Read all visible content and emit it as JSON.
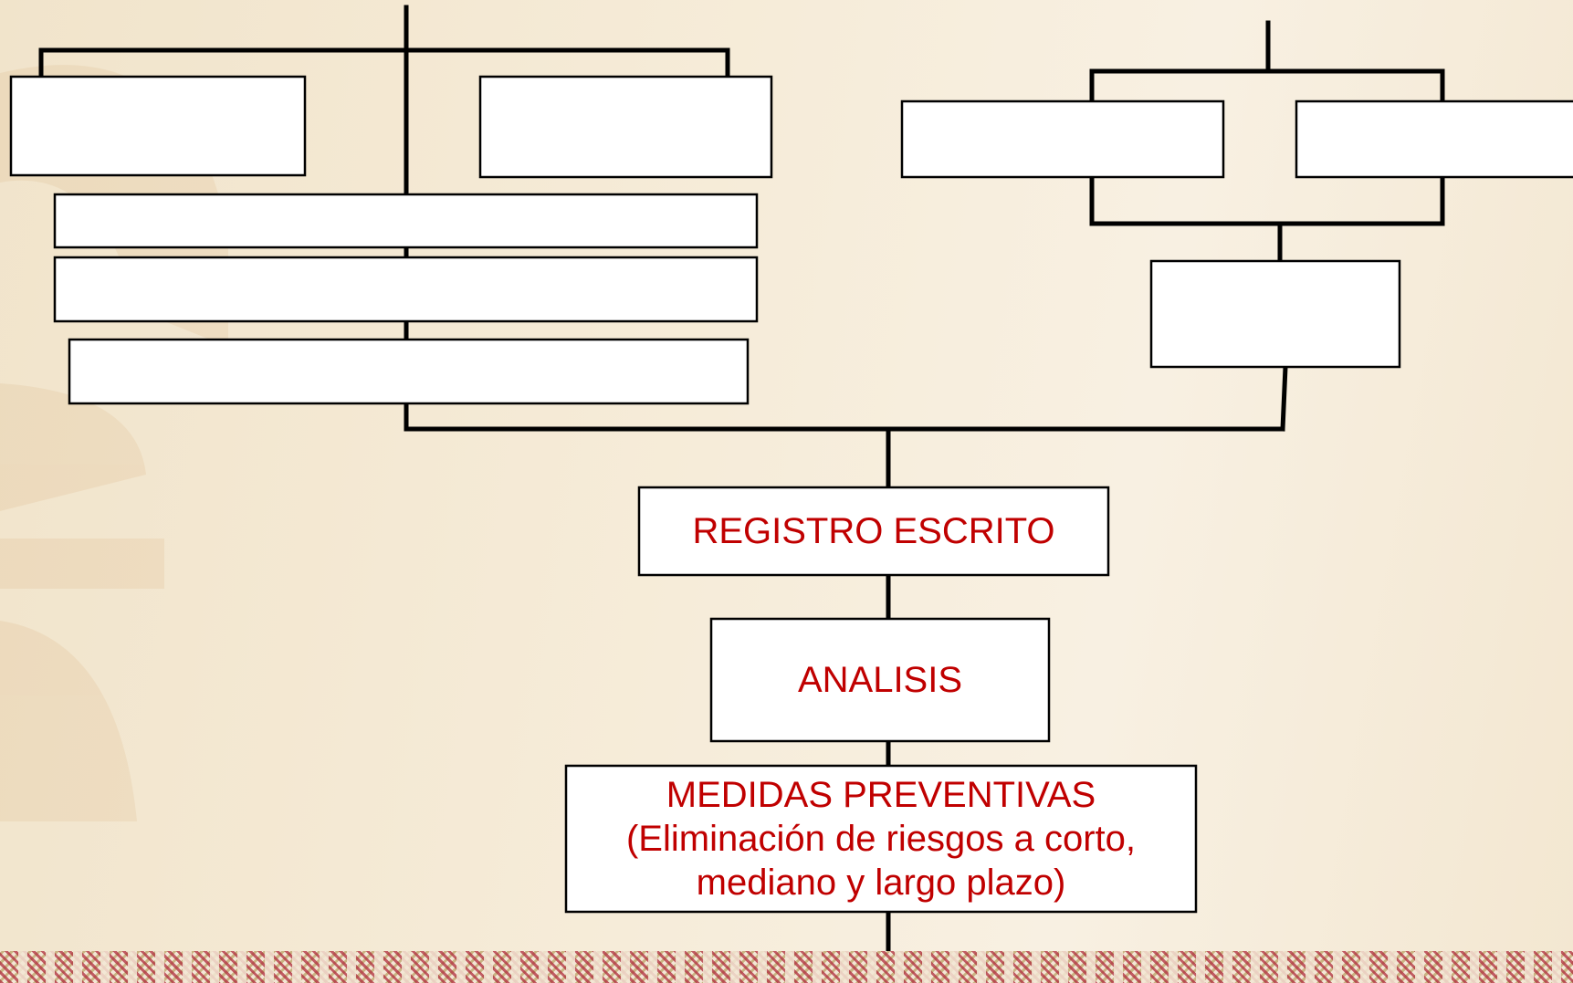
{
  "colors": {
    "text": "#c00000",
    "box_fill": "#ffffff",
    "line": "#000000",
    "border_red": "#b02e3e",
    "border_gold": "#b89e60"
  },
  "nodes": {
    "registro": "REGISTRO ESCRITO",
    "analisis": "ANALISIS",
    "medidas_line1": "MEDIDAS PREVENTIVAS",
    "medidas_line2": "(Eliminación de riesgos a corto,",
    "medidas_line3": "mediano y largo plazo)"
  }
}
